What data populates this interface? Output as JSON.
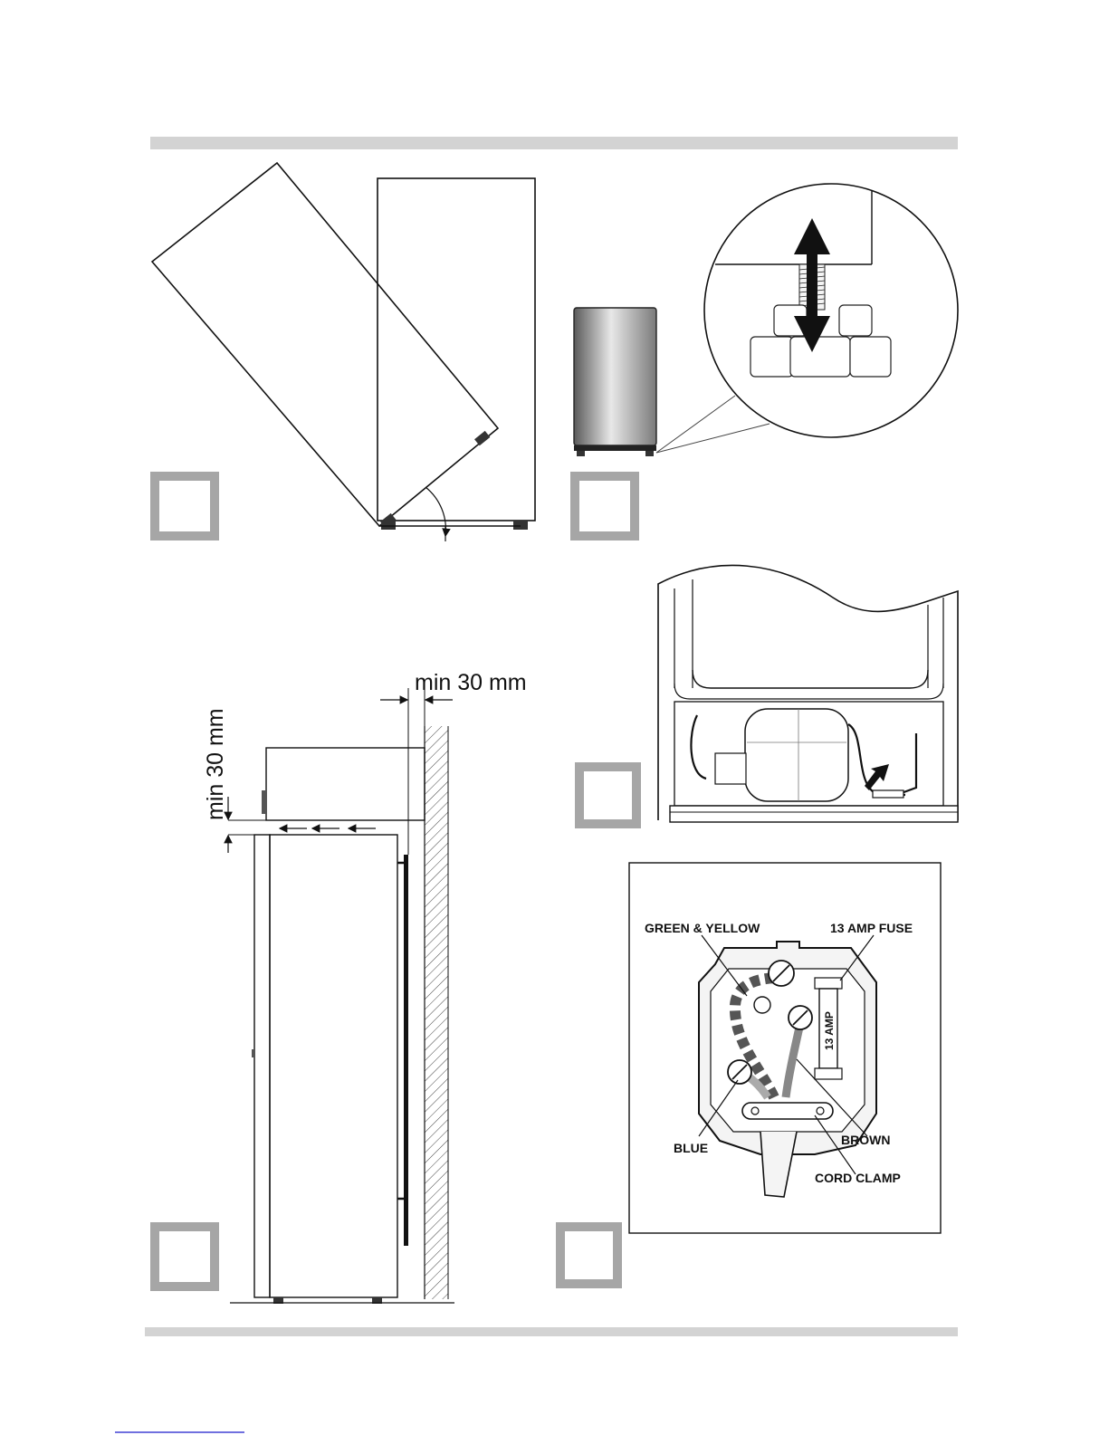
{
  "figures": {
    "clearance": {
      "top_clearance_label": "min 30 mm",
      "side_clearance_label": "min 30 mm"
    },
    "plug_wiring": {
      "labels": {
        "green_yellow": "GREEN & YELLOW",
        "fuse": "13 AMP FUSE",
        "fuse_marking": "13 AMP",
        "blue": "BLUE",
        "brown": "BROWN",
        "cord_clamp": "CORD CLAMP"
      }
    }
  },
  "colors": {
    "rule": "#d3d3d3",
    "figure_marker": "#a6a6a6",
    "footer_link": "#1a1acc"
  }
}
